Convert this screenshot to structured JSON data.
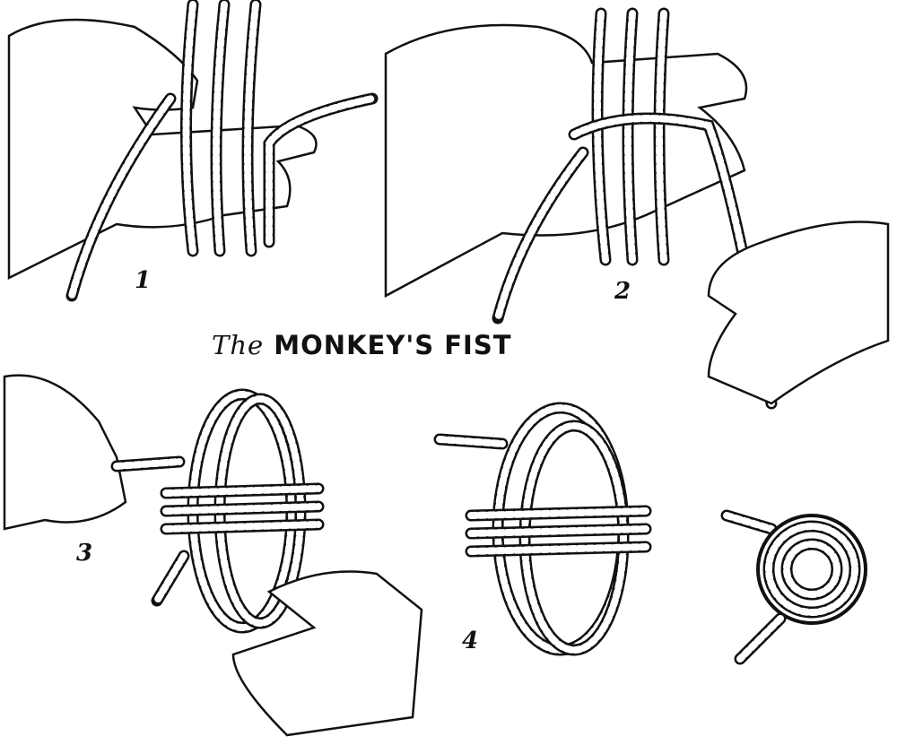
{
  "title": {
    "prefix": "The",
    "main": "MONKEY'S FIST"
  },
  "steps": [
    "1",
    "2",
    "3",
    "4"
  ]
}
